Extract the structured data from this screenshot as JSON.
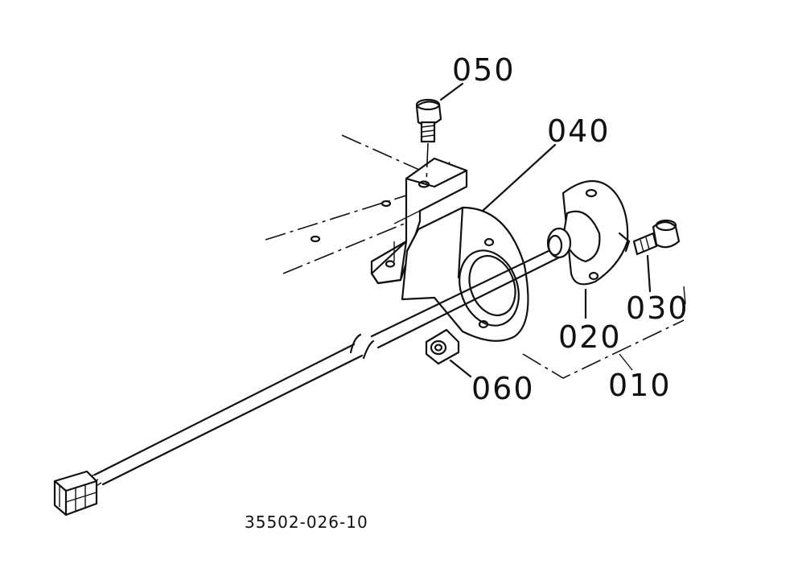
{
  "parts": {
    "p010": "010",
    "p020": "020",
    "p030": "030",
    "p040": "040",
    "p050": "050",
    "p060": "060"
  },
  "drawing_ref": "35502-026-10",
  "colors": {
    "ink": "#111111",
    "paper": "#ffffff"
  },
  "icons": [
    "bolt-icon",
    "bracket-icon",
    "solenoid-icon",
    "collar-icon",
    "connector-icon"
  ]
}
